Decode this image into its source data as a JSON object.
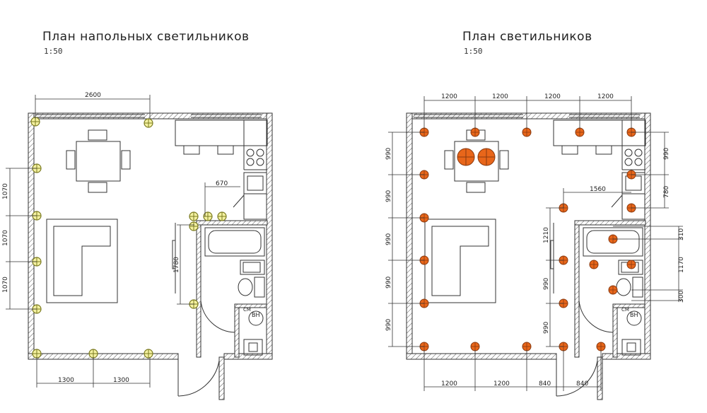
{
  "left_plan": {
    "title": "План напольных светильников",
    "scale": "1:50",
    "dims": {
      "top": "2600",
      "vertical_1": "1070",
      "vertical_2": "1070",
      "vertical_3": "1070",
      "kitchen_offset": "670",
      "wall_span": "1780",
      "bottom_1": "1300",
      "bottom_2": "1300"
    },
    "boiler_label": "BH",
    "meter_label": "CM"
  },
  "right_plan": {
    "title": "План светильников",
    "scale": "1:50",
    "dims": {
      "top_1": "1200",
      "top_2": "1200",
      "top_3": "1200",
      "top_4": "1200",
      "left_1": "990",
      "left_2": "990",
      "left_3": "990",
      "left_4": "990",
      "left_5": "990",
      "right_top_1": "990",
      "right_top_2": "780",
      "kitchen_offset": "1560",
      "inner_1": "1210",
      "inner_2": "990",
      "inner_3": "990",
      "bath_1": "310",
      "bath_2": "1170",
      "bath_3": "300",
      "bottom_1": "1200",
      "bottom_2": "1200",
      "bottom_3": "840",
      "bottom_4": "840"
    },
    "boiler_label": "BH",
    "meter_label": "CM"
  },
  "colors": {
    "wall_line": "#333333",
    "floor_fixture_fill": "#f4f1a0",
    "floor_fixture_stroke": "#7a7a20",
    "ceiling_fixture_fill": "#e8661a",
    "ceiling_fixture_stroke": "#8a3a10"
  }
}
